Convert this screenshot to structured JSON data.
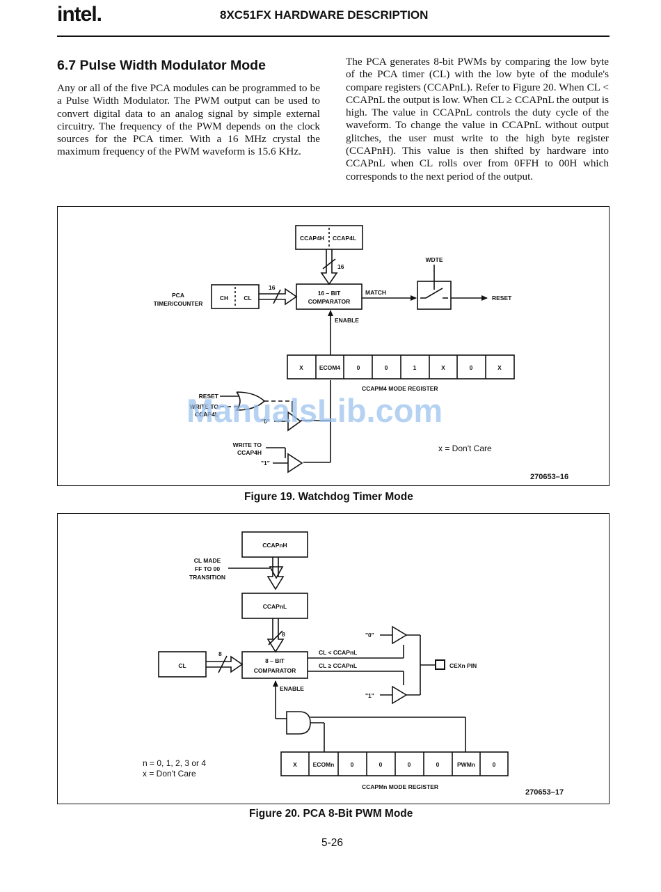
{
  "header": {
    "logo": "intel.",
    "title": "8XC51FX HARDWARE DESCRIPTION"
  },
  "section": {
    "heading": "6.7 Pulse Width Modulator Mode",
    "paragraph_left": "Any or all of the five PCA modules can be programmed to be a Pulse Width Modulator. The PWM output can be used to convert digital data to an analog signal by simple external circuitry. The frequency of the PWM depends on the clock sources for the PCA timer. With a 16 MHz crystal the maximum frequency of the PWM waveform is 15.6 KHz.",
    "paragraph_right": "The PCA generates 8-bit PWMs by comparing the low byte of the PCA timer (CL) with the low byte of the module's compare registers (CCAPnL). Refer to Figure 20. When CL < CCAPnL the output is low. When CL ≥ CCAPnL the output is high. The value in CCAPnL controls the duty cycle of the waveform. To change the value in CCAPnL without output glitches, the user must write to the high byte register (CCAPnH). This value is then shifted by hardware into CCAPnL when CL rolls over from 0FFH to 00H which corresponds to the next period of the output."
  },
  "figure19": {
    "caption": "Figure 19. Watchdog Timer Mode",
    "ref": "270653–16",
    "ccap4h": "CCAP4H",
    "ccap4l": "CCAP4L",
    "bus_16_top": "16",
    "pca_label_1": "PCA",
    "pca_label_2": "TIMER/COUNTER",
    "ch": "CH",
    "cl": "CL",
    "bus_16_left": "16",
    "comparator_1": "16 – BIT",
    "comparator_2": "COMPARATOR",
    "match": "MATCH",
    "wdte": "WDTE",
    "reset_out": "RESET",
    "enable": "ENABLE",
    "mode_bits": [
      "X",
      "ECOM4",
      "0",
      "0",
      "1",
      "X",
      "0",
      "X"
    ],
    "mode_register": "CCAPM4 MODE REGISTER",
    "reset_in": "RESET",
    "write_ccap4l_1": "WRITE TO",
    "write_ccap4l_2": "CCAP4L",
    "zero": "\"0\"",
    "write_ccap4h_1": "WRITE TO",
    "write_ccap4h_2": "CCAP4H",
    "one": "\"1\"",
    "dont_care": "x = Don't Care"
  },
  "figure20": {
    "caption": "Figure 20. PCA 8-Bit PWM Mode",
    "ref": "270653–17",
    "ccapnh": "CCAPnH",
    "cl_made_1": "CL MADE",
    "cl_made_2": "FF TO 00",
    "cl_made_3": "TRANSITION",
    "ccapnl": "CCAPnL",
    "bus_8_top": "8",
    "cl": "CL",
    "bus_8_left": "8",
    "comparator_1": "8 – BIT",
    "comparator_2": "COMPARATOR",
    "cond_lt": "CL < CCAPnL",
    "cond_ge": "CL ≥ CCAPnL",
    "zero": "\"0\"",
    "one": "\"1\"",
    "pin": "CEXn PIN",
    "enable": "ENABLE",
    "mode_bits": [
      "X",
      "ECOMn",
      "0",
      "0",
      "0",
      "0",
      "PWMn",
      "0"
    ],
    "mode_register": "CCAPMn MODE REGISTER",
    "n_values": "n = 0, 1, 2, 3 or 4",
    "dont_care": "x = Don't Care"
  },
  "page_number": "5-26",
  "watermark": "ManualsLib.com"
}
